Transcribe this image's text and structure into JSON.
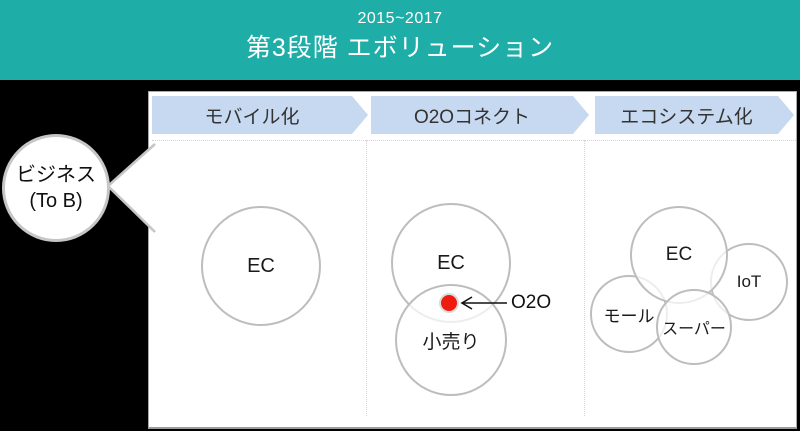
{
  "header": {
    "period": "2015~2017",
    "title": "第3段階 エボリューション"
  },
  "bubble": {
    "line1": "ビジネス",
    "line2": "(To B)"
  },
  "columns": [
    {
      "label": "モバイル化",
      "circles": [
        {
          "label": "EC"
        }
      ]
    },
    {
      "label": "O2Oコネクト",
      "circles": [
        {
          "label": "EC"
        },
        {
          "label": "小売り"
        }
      ],
      "annotation": {
        "label": "O2O"
      }
    },
    {
      "label": "エコシステム化",
      "circles": [
        {
          "label": "EC"
        },
        {
          "label": "IoT"
        },
        {
          "label": "モール"
        },
        {
          "label": "スーパー"
        }
      ]
    }
  ],
  "colors": {
    "banner_teal": "#1FADA8",
    "chevron_blue": "#C7D9F0",
    "circle_stroke": "#BDBDBD",
    "o2o_red": "#EE1C0F",
    "background": "#000000",
    "panel": "#FFFFFF"
  }
}
